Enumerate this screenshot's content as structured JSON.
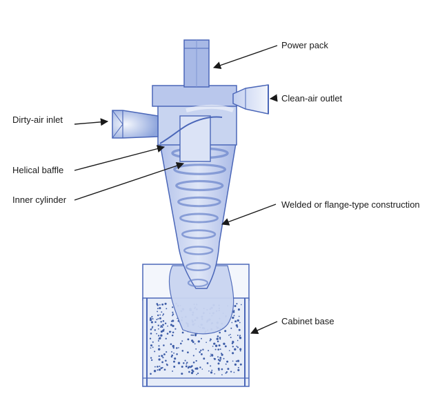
{
  "labels": {
    "power_pack": "Power pack",
    "clean_air_outlet": "Clean-air outlet",
    "dirty_air_inlet": "Dirty-air inlet",
    "helical_baffle": "Helical baffle",
    "inner_cylinder": "Inner cylinder",
    "welded_construction": "Welded or flange-type construction",
    "cabinet_base": "Cabinet base"
  },
  "colors": {
    "body_fill": "#cdd8f0",
    "body_dark": "#8fa6dc",
    "outline": "#4a66b8",
    "swirl": "#6f88cc",
    "cabinet_fill": "#e6ecf8",
    "debris": "#3f5ea8",
    "arrow": "#1a1a1a"
  }
}
